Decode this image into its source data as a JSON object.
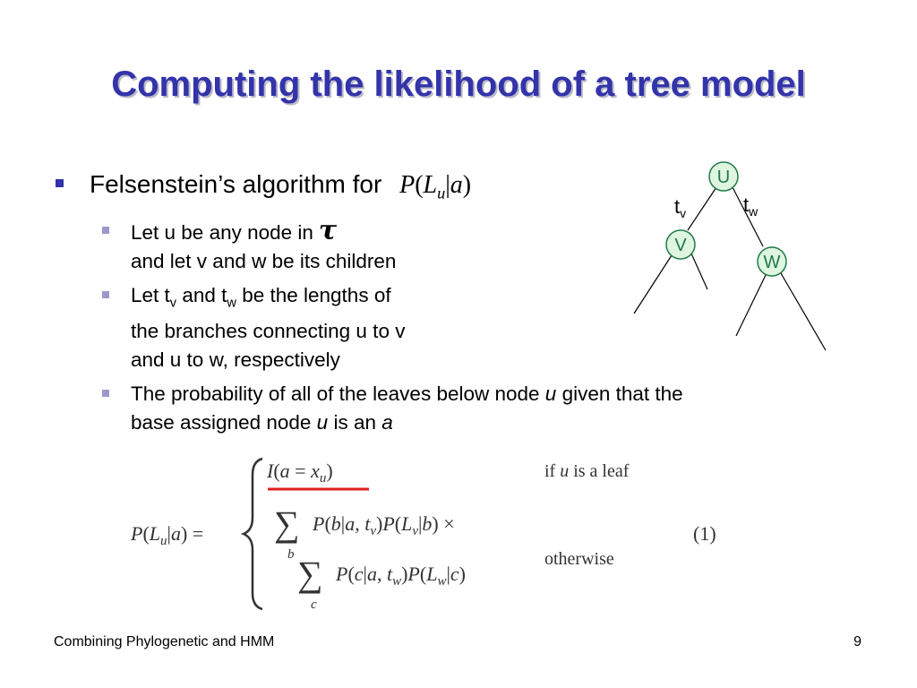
{
  "slide": {
    "title": "Computing the likelihood of a tree model",
    "bullet1": {
      "text": "Felsenstein’s algorithm for",
      "formula": "P(Lu|a)"
    },
    "sub1": {
      "line1": "Let u be any node in",
      "symbol": "τ",
      "line2": "and let v and w be its children"
    },
    "sub2": {
      "line1_pre": "Let t",
      "line1_sub1": "v",
      "line1_mid": " and t",
      "line1_sub2": "w",
      "line1_post": " be the lengths of",
      "line2": "the branches connecting u to v",
      "line3": "and u to w, respectively"
    },
    "sub3": {
      "pre": "The probability of all of the leaves below node ",
      "u1": "u",
      "mid": " given that the",
      "line2_pre": "base assigned node ",
      "u2": "u",
      "line2_mid": " is an ",
      "a": "a"
    },
    "tree": {
      "nodes": [
        {
          "id": "u",
          "label": "U"
        },
        {
          "id": "v",
          "label": "V"
        },
        {
          "id": "w",
          "label": "W"
        }
      ],
      "edge_labels": {
        "tv_base": "t",
        "tv_sub": "v",
        "tw_base": "t",
        "tw_sub": "w"
      },
      "node_fill": "#dff5df",
      "node_stroke": "#1f7a4a"
    },
    "equation": {
      "lhs": "P(Lu|a) =",
      "case1": "I(a = xu)",
      "case1_cond": "if u is a leaf",
      "case2_term1": "P(b|a, tv)P(Lv|b)  ×",
      "case2_term2": "P(c|a, tw)P(Lw|c)",
      "case2_cond": "otherwise",
      "sum_var1": "b",
      "sum_var2": "c",
      "number": "(1)",
      "underline_color": "#e02020"
    },
    "footer": {
      "left": "Combining Phylogenetic and HMM",
      "page": "9"
    },
    "colors": {
      "title": "#3333aa",
      "bullet_l1": "#3333aa",
      "bullet_l2": "#9999cc"
    }
  }
}
